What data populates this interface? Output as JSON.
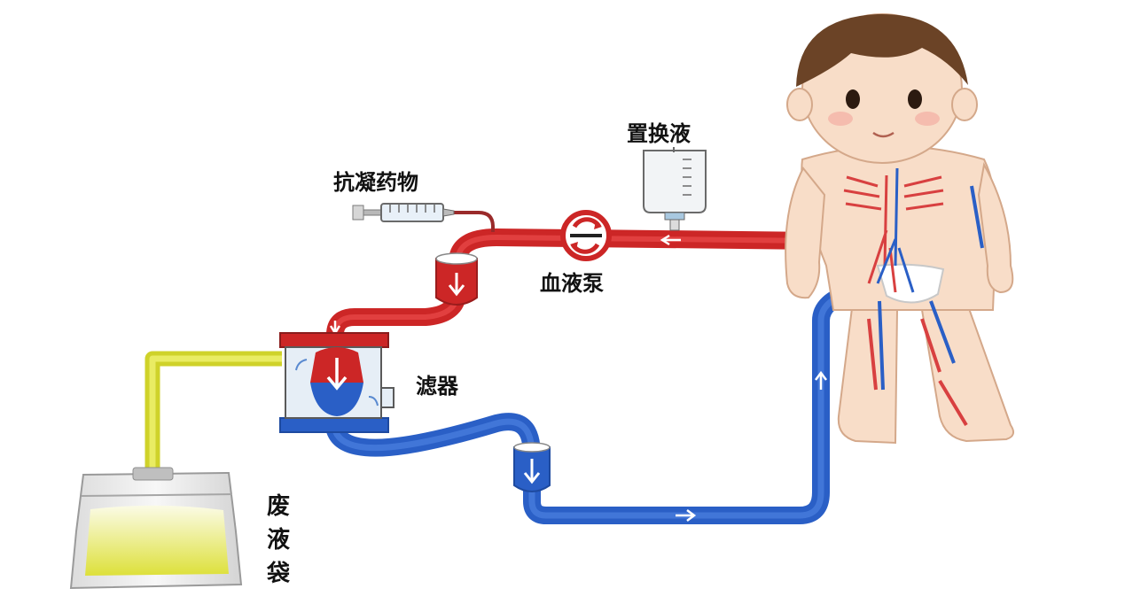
{
  "labels": {
    "anticoagulant": "抗凝药物",
    "replacement_fluid": "置换液",
    "blood_pump": "血液泵",
    "filter": "滤器",
    "waste_bag": "废液袋"
  },
  "colors": {
    "arterial_red": "#d42a2a",
    "venous_blue": "#2d62c9",
    "waste_yellow": "#d8dc2a",
    "skin": "#f8ddc8",
    "hair": "#6b4326"
  }
}
